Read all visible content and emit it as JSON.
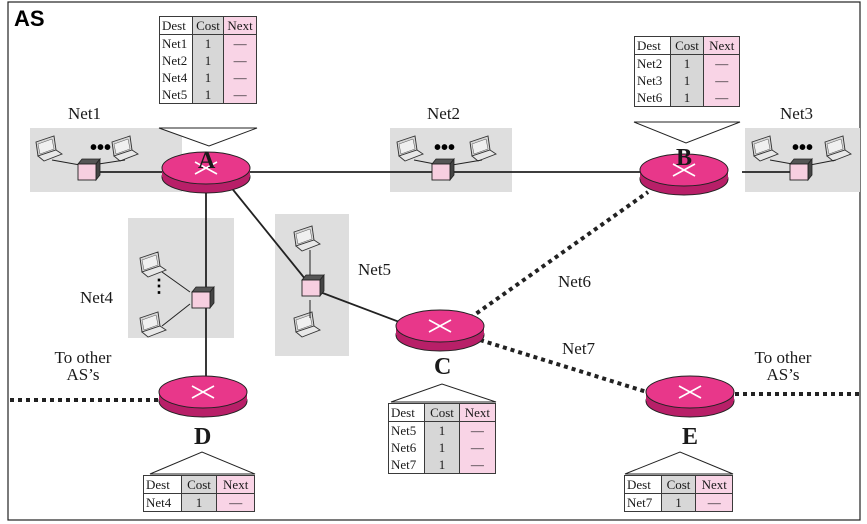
{
  "diagram": {
    "as_label": "AS",
    "routers": [
      {
        "id": "A",
        "label": "A"
      },
      {
        "id": "B",
        "label": "B"
      },
      {
        "id": "C",
        "label": "C"
      },
      {
        "id": "D",
        "label": "D"
      },
      {
        "id": "E",
        "label": "E"
      }
    ],
    "networks": [
      {
        "id": "net1",
        "label": "Net1"
      },
      {
        "id": "net2",
        "label": "Net2"
      },
      {
        "id": "net3",
        "label": "Net3"
      },
      {
        "id": "net4",
        "label": "Net4"
      },
      {
        "id": "net5",
        "label": "Net5"
      },
      {
        "id": "net6",
        "label": "Net6"
      },
      {
        "id": "net7",
        "label": "Net7"
      }
    ],
    "external_left": {
      "line1": "To other",
      "line2": "AS’s"
    },
    "external_right": {
      "line1": "To other",
      "line2": "AS’s"
    },
    "table_header": {
      "dest": "Dest",
      "cost": "Cost",
      "next": "Next"
    },
    "tables": {
      "A": [
        {
          "dest": "Net1",
          "cost": "1",
          "next": "—"
        },
        {
          "dest": "Net2",
          "cost": "1",
          "next": "—"
        },
        {
          "dest": "Net4",
          "cost": "1",
          "next": "—"
        },
        {
          "dest": "Net5",
          "cost": "1",
          "next": "—"
        }
      ],
      "B": [
        {
          "dest": "Net2",
          "cost": "1",
          "next": "—"
        },
        {
          "dest": "Net3",
          "cost": "1",
          "next": "—"
        },
        {
          "dest": "Net6",
          "cost": "1",
          "next": "—"
        }
      ],
      "C": [
        {
          "dest": "Net5",
          "cost": "1",
          "next": "—"
        },
        {
          "dest": "Net6",
          "cost": "1",
          "next": "—"
        },
        {
          "dest": "Net7",
          "cost": "1",
          "next": "—"
        }
      ],
      "D": [
        {
          "dest": "Net4",
          "cost": "1",
          "next": "—"
        }
      ],
      "E": [
        {
          "dest": "Net7",
          "cost": "1",
          "next": "—"
        }
      ]
    },
    "colors": {
      "router_fill": "#e8378a",
      "router_dark": "#b81f68",
      "net_panel": "#dedede",
      "switch_fill": "#f7cfe0",
      "next_col": "#f9d4e6",
      "cost_col": "#d7d7d7"
    }
  }
}
